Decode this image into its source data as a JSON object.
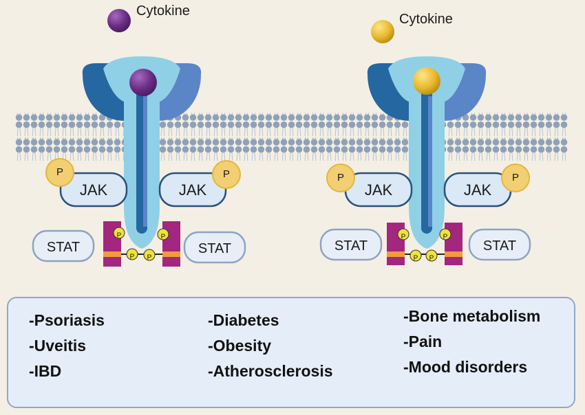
{
  "receptors": [
    {
      "cytokine_label": "Cytokine",
      "cytokine_color": "#6a2d82",
      "jak_labels": [
        "JAK",
        "JAK"
      ],
      "stat_labels": [
        "STAT",
        "STAT"
      ],
      "phospho_label": "P"
    },
    {
      "cytokine_label": "Cytokine",
      "cytokine_color": "#e9b92e",
      "jak_labels": [
        "JAK",
        "JAK"
      ],
      "stat_labels": [
        "STAT",
        "STAT"
      ],
      "phospho_label": "P"
    }
  ],
  "diseases": {
    "column_1": [
      "-Psoriasis",
      "-Uveitis",
      "-IBD"
    ],
    "column_2": [
      "-Diabetes",
      "-Obesity",
      "-Atherosclerosis"
    ],
    "column_3": [
      "-Bone metabolism",
      "-Pain",
      "-Mood disorders"
    ]
  },
  "colors": {
    "background": "#f4efe4",
    "membrane_head": "#8fa1b8",
    "receptor_dark": "#2567a0",
    "receptor_light": "#5a86c8",
    "receptor_cap": "#8fd0e6",
    "jak_fill": "#dbe8f6",
    "jak_stroke": "#29527f",
    "phospho_fill": "#f2cf72",
    "stat_fill": "#e8eef8",
    "stat_stroke": "#8da3c4",
    "magenta": "#a3267f",
    "orange_band": "#f19b3b",
    "small_p": "#f0e23a",
    "box_fill": "#e5edf8",
    "box_stroke": "#8fa6cf"
  }
}
